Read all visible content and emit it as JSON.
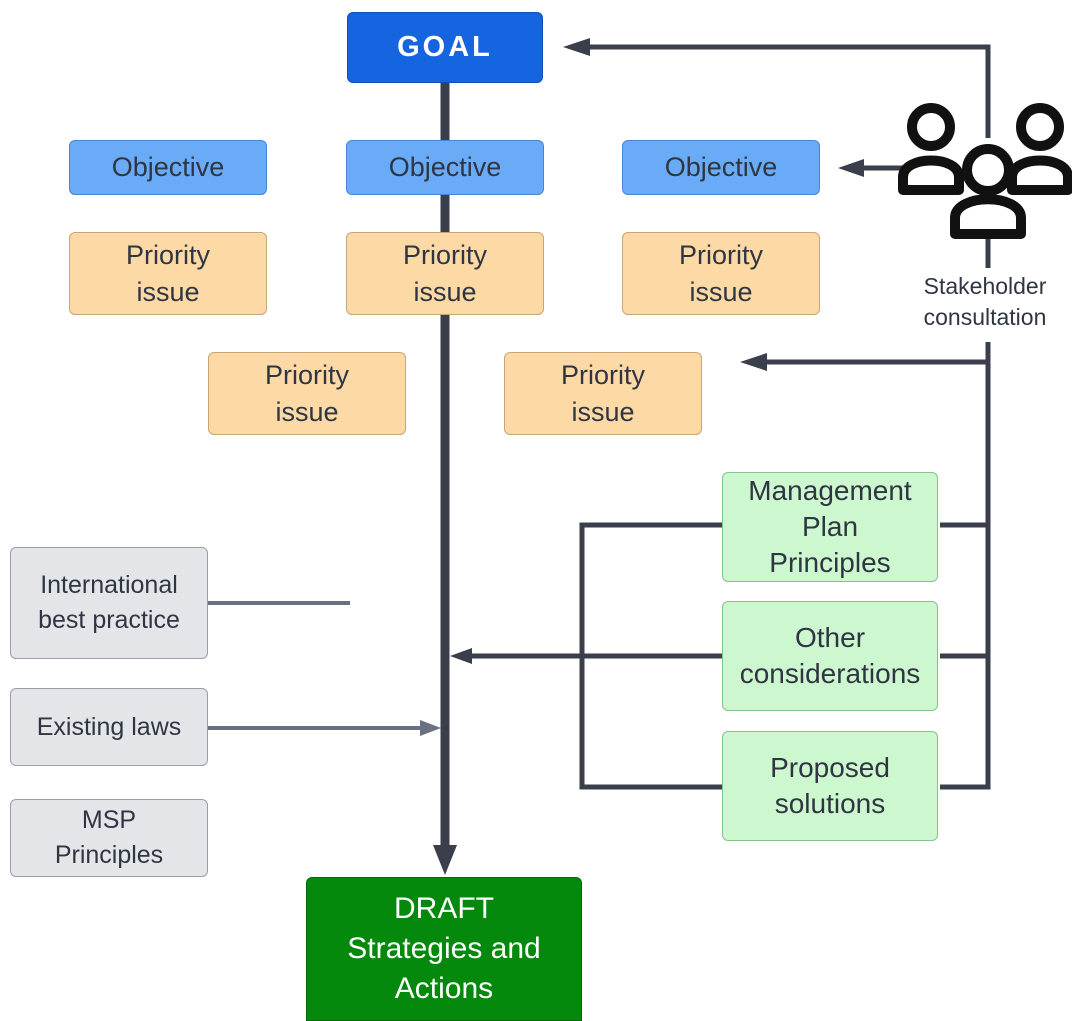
{
  "goal": {
    "label": "GOAL"
  },
  "objectives": [
    "Objective",
    "Objective",
    "Objective"
  ],
  "priority_issues": [
    [
      "Priority",
      "issue"
    ],
    [
      "Priority",
      "issue"
    ],
    [
      "Priority",
      "issue"
    ],
    [
      "Priority",
      "issue"
    ],
    [
      "Priority",
      "issue"
    ]
  ],
  "inputs": {
    "international": [
      "International",
      "best practice"
    ],
    "laws": [
      "Existing laws"
    ],
    "msp": [
      "MSP",
      "Principles"
    ]
  },
  "considerations": {
    "management": [
      "Management",
      "Plan",
      "Principles"
    ],
    "other": [
      "Other",
      "considerations"
    ],
    "proposed": [
      "Proposed",
      "solutions"
    ]
  },
  "stakeholder": {
    "line1": "Stakeholder",
    "line2": "consultation",
    "icon": "people-group-icon"
  },
  "draft": [
    "DRAFT",
    "Strategies and",
    "Actions"
  ],
  "colors": {
    "goal": "#1565e0",
    "objective": "#6aabf7",
    "priority": "#fdd9a6",
    "input": "#e3e5e9",
    "consideration": "#cdf7cf",
    "draft": "#04890c",
    "connector": "#3a3f4b"
  }
}
